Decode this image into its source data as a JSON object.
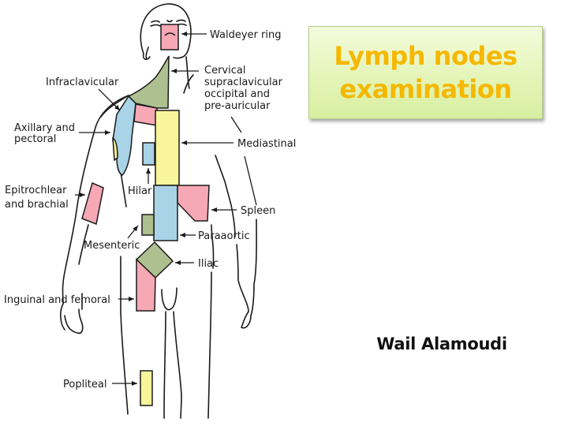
{
  "title": {
    "line1": "Lymph nodes",
    "line2": "examination",
    "color": "#f5b800",
    "box_background": "#e3f4b6"
  },
  "author": "Wail Alamoudi",
  "diagram": {
    "labels": {
      "waldeyer": "Waldeyer ring",
      "cervical_1": "Cervical",
      "cervical_2": "supraclavicular",
      "cervical_3": "occipital and",
      "cervical_4": "pre-auricular",
      "infraclavicular": "Infraclavicular",
      "axillary_1": "Axillary and",
      "axillary_2": "pectoral",
      "mediastinal": "Mediastinal",
      "epitrochlear_1": "Epitrochlear",
      "epitrochlear_2": "and brachial",
      "hilar": "Hilar",
      "spleen": "Spleen",
      "paraaortic": "Paraaortic",
      "mesenteric": "Mesenteric",
      "iliac": "Iliac",
      "inguinal": "Inguinal and femoral",
      "popliteal": "Popliteal"
    },
    "region_colors": {
      "pink": "#f7a8b5",
      "green": "#aebf90",
      "blue": "#a9d3e6",
      "yellow": "#f8f59b"
    }
  }
}
